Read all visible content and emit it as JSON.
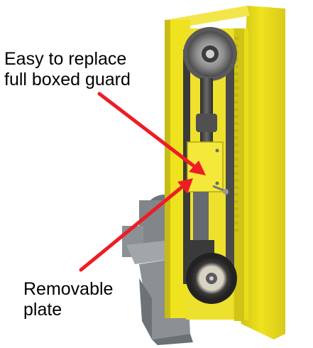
{
  "annotations": {
    "guard_label": {
      "line1": "Easy to replace",
      "line2": "full boxed guard"
    },
    "plate_label": {
      "line1": "Removable",
      "line2": "plate"
    }
  },
  "colors": {
    "guard_yellow": "#efe21e",
    "guard_shadow": "#b9ad12",
    "belt": "#3a3a3a",
    "motor_grey": "#7f8488",
    "arrow_red": "#ee1c24"
  }
}
